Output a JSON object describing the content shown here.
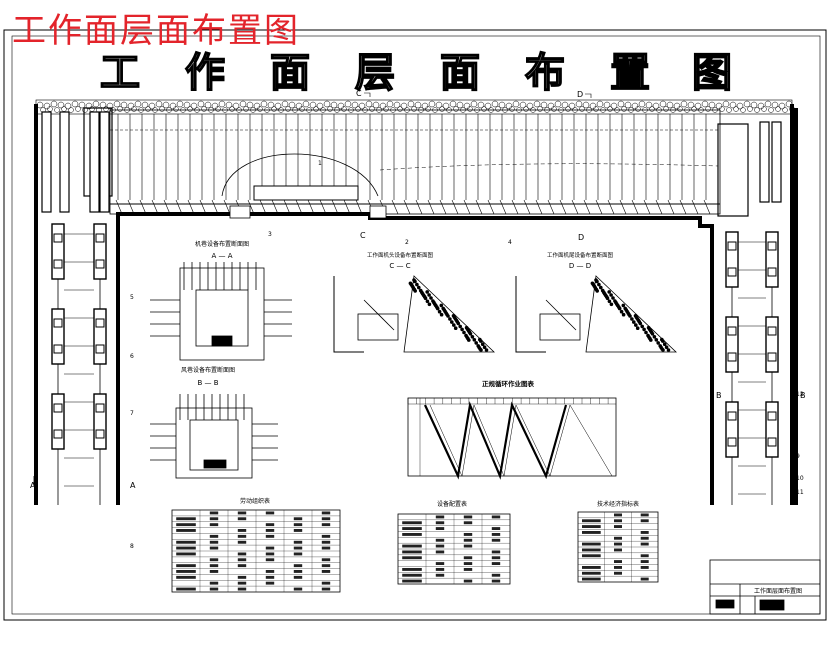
{
  "overlay_title": "工作面层面布置图",
  "drawing": {
    "main_title_chars": [
      "工",
      "作",
      "面",
      "层",
      "面",
      "布",
      "置",
      "图"
    ],
    "section_labels": {
      "a_a": "A — A",
      "b_b": "B — B",
      "c_c": "C — C",
      "d_d": "D — D"
    },
    "section_markers": {
      "a": "A",
      "b": "B",
      "c": "C",
      "d": "D"
    },
    "section_titles": {
      "a_a": "机巷设备布置断面图",
      "b_b": "风巷设备布置断面图",
      "c_c": "工作面机头设备布置断面图",
      "d_d": "工作面机尾设备布置断面图"
    },
    "cycle_title": "正规循环作业图表",
    "tables": {
      "left": "劳动组织表",
      "middle": "设备配置表",
      "right": "技术经济指标表"
    },
    "title_block": {
      "name": "工作面层面布置图"
    },
    "callouts": [
      "1",
      "2",
      "3",
      "4",
      "5",
      "6",
      "7",
      "8",
      "9",
      "10",
      "11",
      "12"
    ]
  }
}
